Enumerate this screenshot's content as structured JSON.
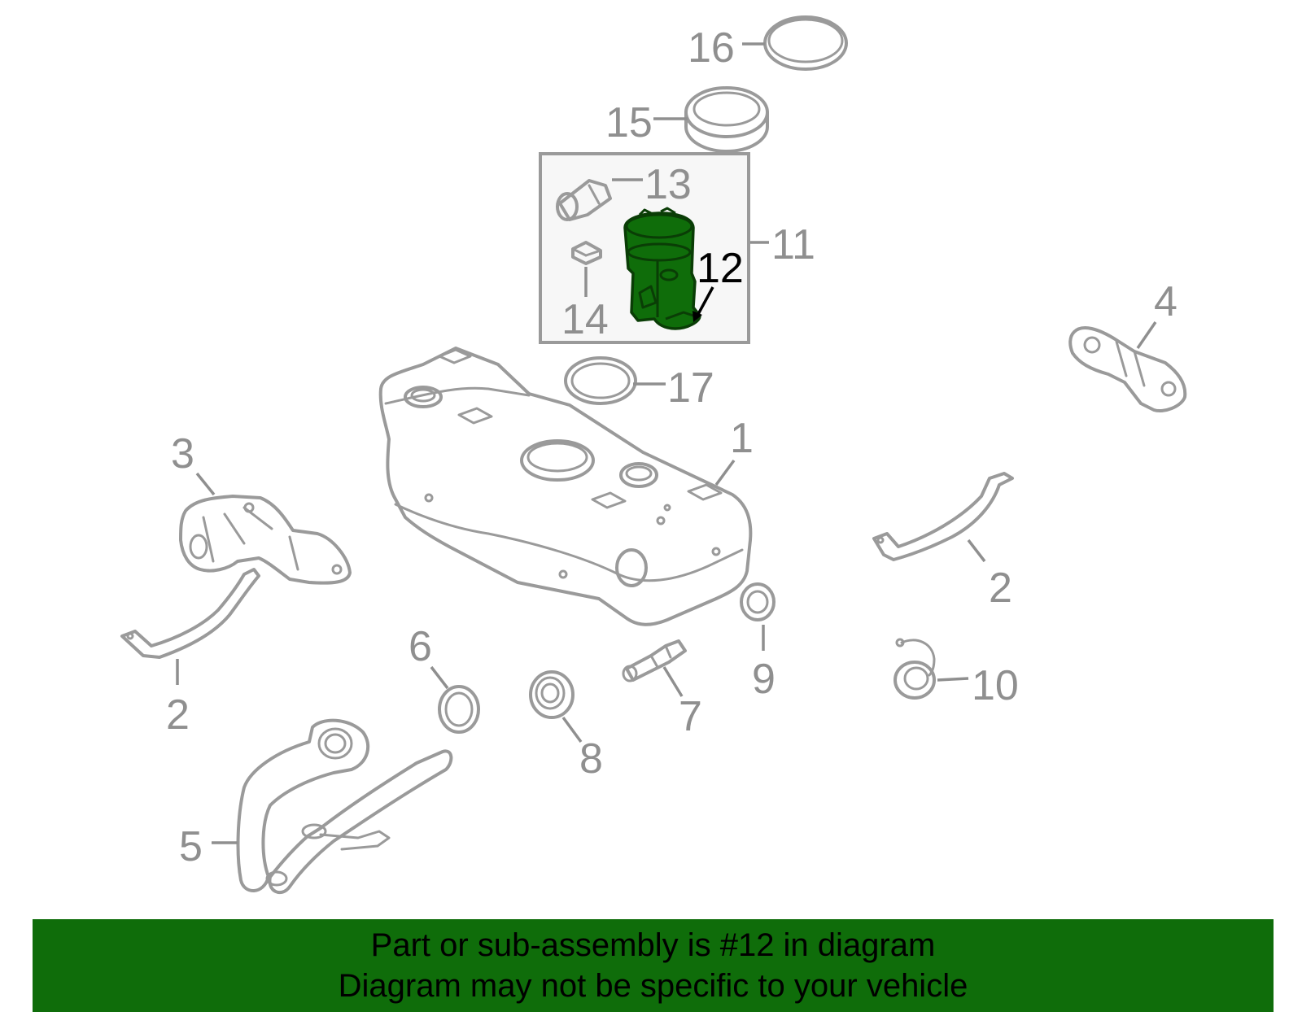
{
  "callouts": {
    "c1": "1",
    "c2a": "2",
    "c2b": "2",
    "c3": "3",
    "c4": "4",
    "c5": "5",
    "c6": "6",
    "c7": "7",
    "c8": "8",
    "c9": "9",
    "c10": "10",
    "c11": "11",
    "c12": "12",
    "c13": "13",
    "c14": "14",
    "c15": "15",
    "c16": "16",
    "c17": "17"
  },
  "highlight": {
    "part_number": "12",
    "fill_color": "#0f6d0a"
  },
  "banner": {
    "line1": "Part or sub-assembly is #12 in diagram",
    "line2": "Diagram may not be specific to your vehicle",
    "background_color": "#0f6d0a"
  }
}
